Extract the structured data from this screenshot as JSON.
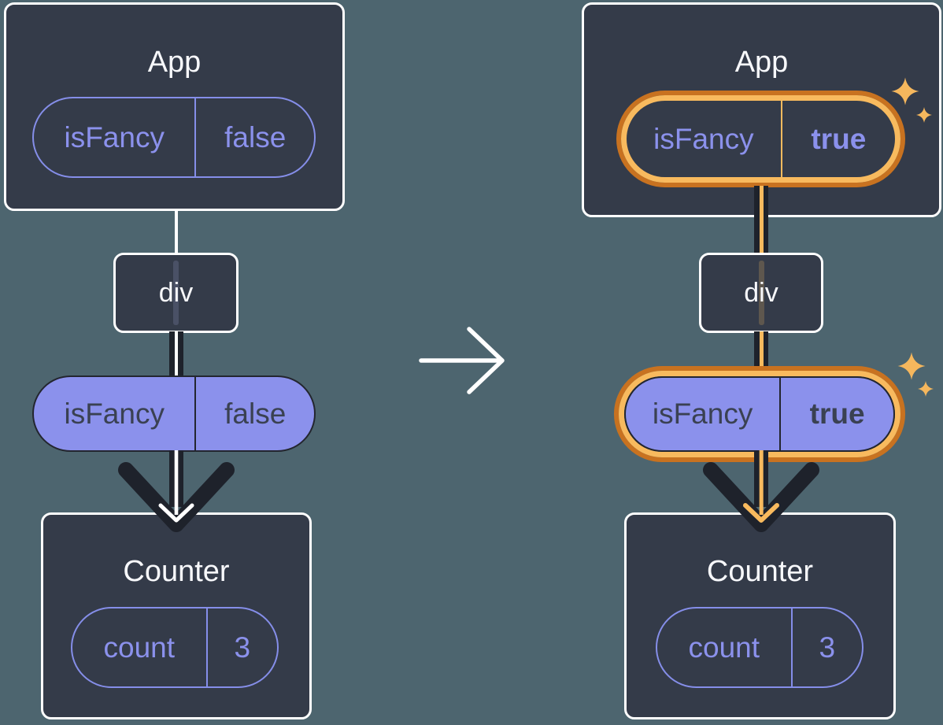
{
  "before_tree": {
    "app": {
      "title": "App",
      "prop": {
        "name": "isFancy",
        "value": "false"
      }
    },
    "div": {
      "title": "div"
    },
    "prop_pill": {
      "name": "isFancy",
      "value": "false"
    },
    "counter": {
      "title": "Counter",
      "state": {
        "name": "count",
        "value": "3"
      }
    }
  },
  "after_tree": {
    "app": {
      "title": "App",
      "prop": {
        "name": "isFancy",
        "value": "true"
      }
    },
    "div": {
      "title": "div"
    },
    "prop_pill": {
      "name": "isFancy",
      "value": "true"
    },
    "counter": {
      "title": "Counter",
      "state": {
        "name": "count",
        "value": "3"
      }
    }
  },
  "icons": {
    "transition": "arrow-right-icon",
    "flow": "arrow-down-icon",
    "highlight": "sparkle-icon"
  },
  "colors": {
    "background": "#4d656f",
    "card_fill": "#343b49",
    "card_border": "#ffffff",
    "purple_fill": "#8b91ec",
    "purple_stroke": "#858ee9",
    "dark_ink": "#1e222b",
    "dark_text": "#3a4152",
    "white_line": "#ffffff",
    "highlight_orange_light": "#f8ba5e",
    "highlight_orange_dark": "#c87220",
    "sparkle": "#f5b75d"
  }
}
